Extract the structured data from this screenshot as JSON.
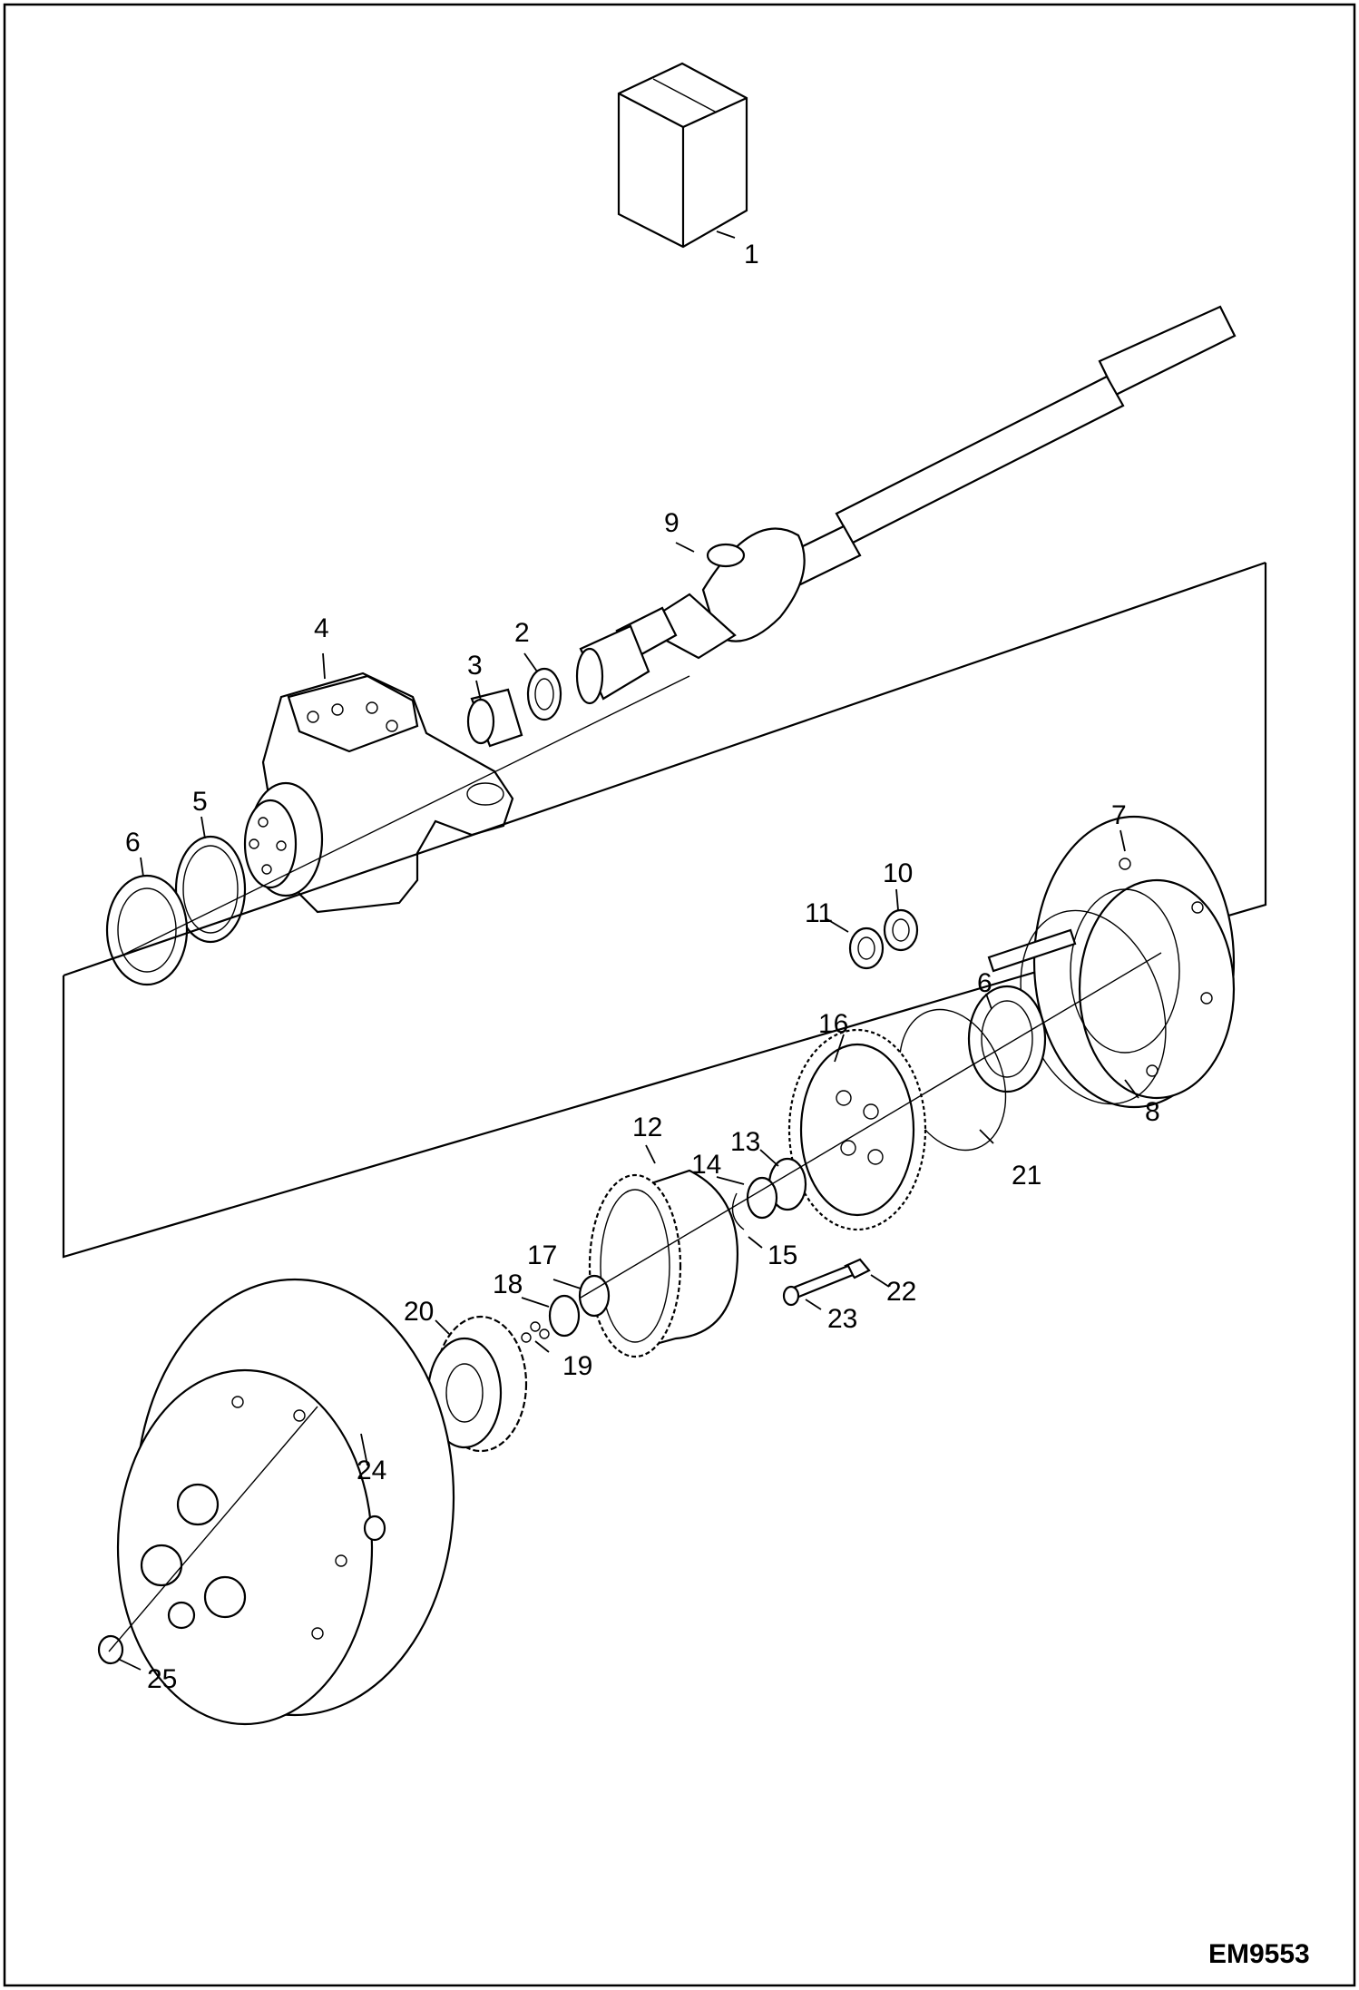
{
  "drawing_code": "EM9553",
  "callouts": [
    "1",
    "2",
    "3",
    "4",
    "5",
    "6",
    "6",
    "7",
    "8",
    "9",
    "10",
    "11",
    "12",
    "13",
    "14",
    "15",
    "16",
    "17",
    "18",
    "19",
    "20",
    "21",
    "22",
    "23",
    "24",
    "25"
  ]
}
